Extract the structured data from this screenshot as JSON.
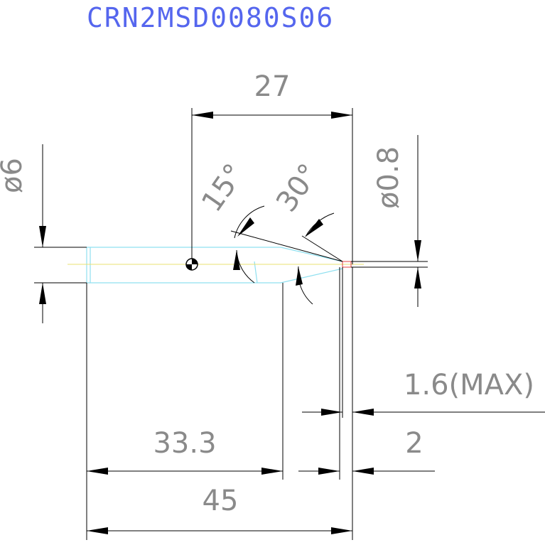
{
  "title": "CRN2MSD0080S06",
  "dimensions": {
    "overall_length": "45",
    "flute_length": "33.3",
    "reach_length": "27",
    "shank_diameter": "ø6",
    "tip_diameter": "ø0.8",
    "angle_15": "15°",
    "angle_30": "30°",
    "tip_length_max": "1.6(MAX)",
    "tip_length": "2"
  },
  "colors": {
    "title": "#5566ee",
    "dimension_text": "#8a8a8a",
    "body_outline": "#8fe0f0",
    "center_axis": "#e8e070",
    "tip": "#e04040"
  }
}
